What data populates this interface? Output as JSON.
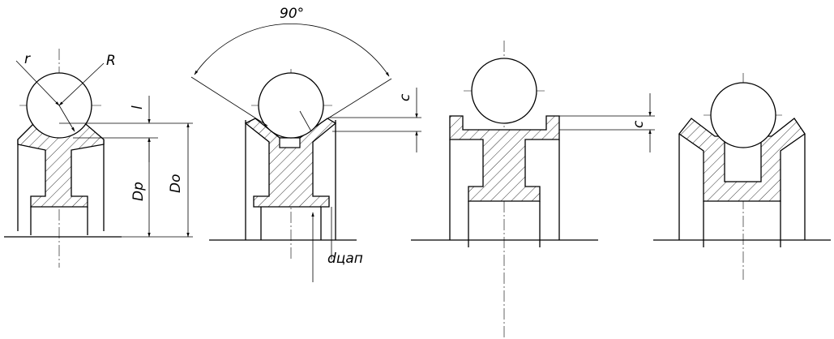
{
  "labels": {
    "angle": "90°",
    "r_small": "r",
    "r_big": "R",
    "l": "l",
    "dp": "Dр",
    "do": "Do",
    "c1": "c",
    "c2": "c",
    "dcap": "dцап"
  }
}
